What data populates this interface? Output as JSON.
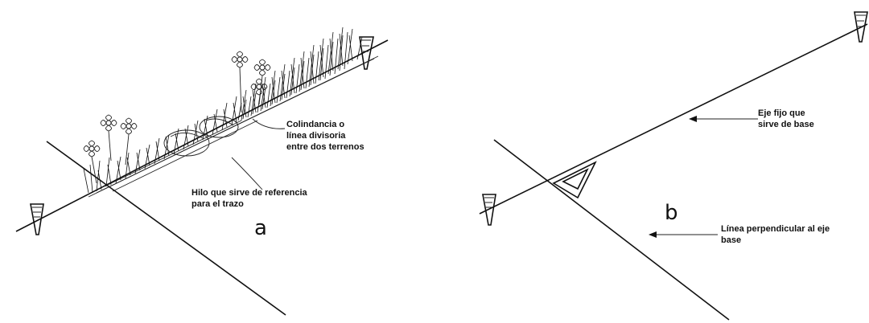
{
  "panel_a": {
    "letter": "a",
    "label_boundary": [
      "Colindancia o",
      "línea divisoria",
      "entre dos terrenos"
    ],
    "label_string": [
      "Hilo que sirve de referencia",
      "para el trazo"
    ]
  },
  "panel_b": {
    "letter": "b",
    "label_axis": [
      "Eje fijo que",
      "sirve de base"
    ],
    "label_perpendicular": [
      "Línea perpendicular al eje",
      "base"
    ]
  },
  "colors": {
    "ink": "#111111",
    "background": "#ffffff"
  }
}
